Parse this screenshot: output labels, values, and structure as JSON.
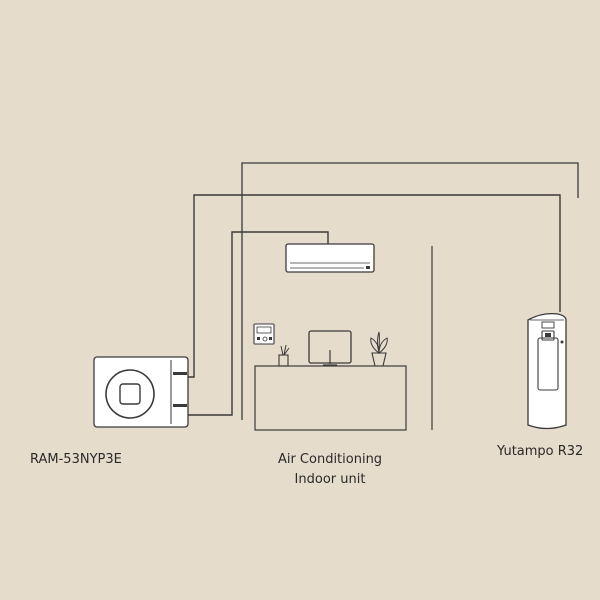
{
  "labels": {
    "outdoor_unit": "RAM-53NYP3E",
    "indoor_unit_line1": "Air Conditioning",
    "indoor_unit_line2": "Indoor unit",
    "water_heater": "Yutampo R32"
  },
  "colors": {
    "background": "#e6dccb",
    "line": "#3a3a3a",
    "unit_fill": "#ffffff"
  }
}
